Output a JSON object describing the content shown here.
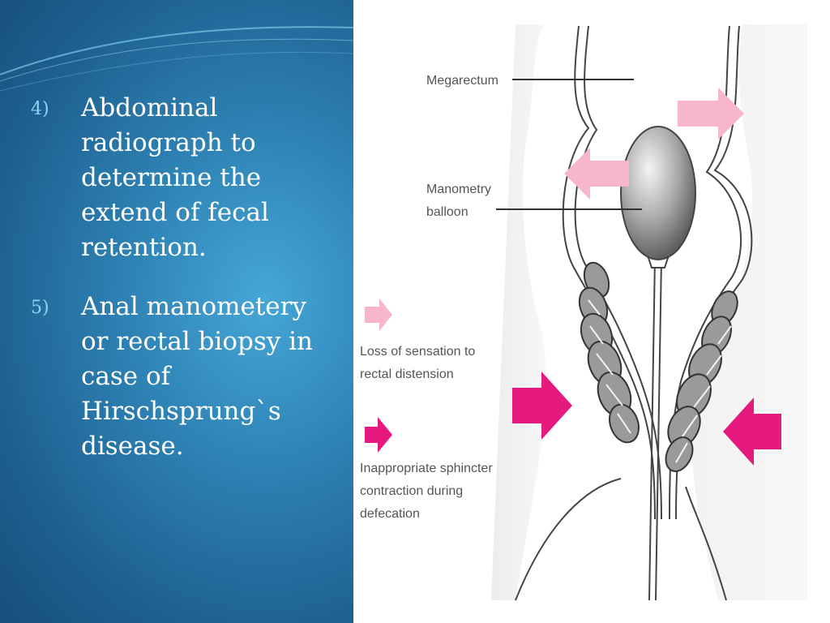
{
  "slide": {
    "bullets": [
      {
        "number": "4)",
        "text": "Abdominal radiograph to determine the extend of fecal retention."
      },
      {
        "number": "5)",
        "text": "Anal manometery or rectal biopsy in case of Hirschsprung`s disease."
      }
    ]
  },
  "diagram": {
    "labels": {
      "megarectum": "Megarectum",
      "balloon_line1": "Manometry",
      "balloon_line2": "balloon",
      "legend1_line1": "Loss of sensation to",
      "legend1_line2": "rectal distension",
      "legend2_line1": "Inappropriate sphincter",
      "legend2_line2": "contraction during",
      "legend2_line3": "defecation"
    },
    "colors": {
      "light_arrow": "#f7b6c9",
      "strong_arrow": "#e6197e",
      "slide_blue": "#2f84b6"
    }
  }
}
